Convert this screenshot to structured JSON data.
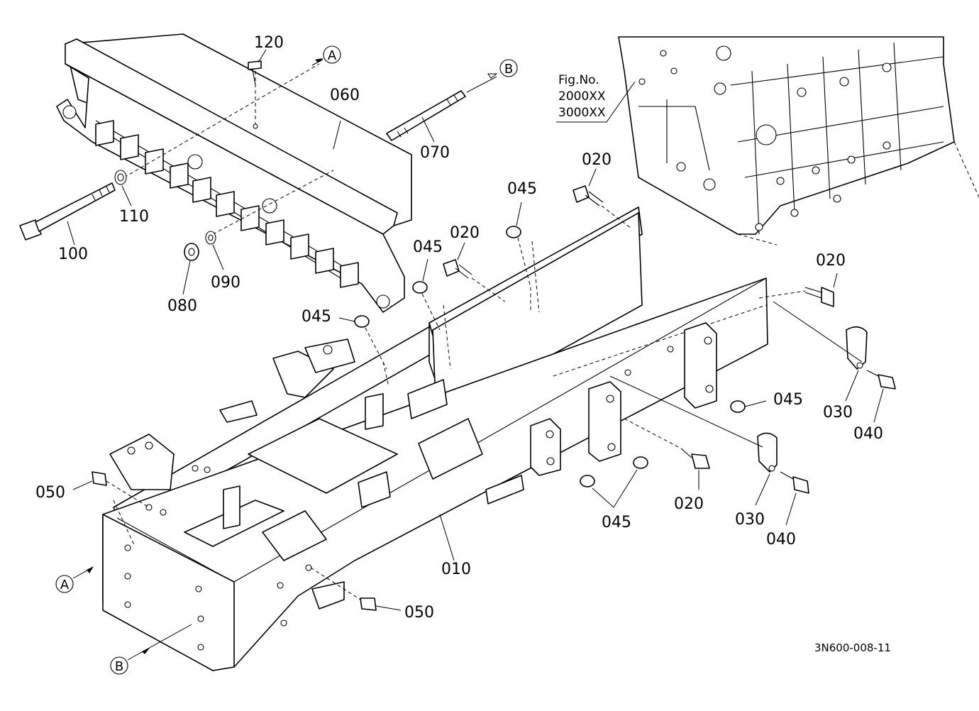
{
  "parts": {
    "p120": "120",
    "p060": "060",
    "p070": "070",
    "p110": "110",
    "p100": "100",
    "p080": "080",
    "p090": "090",
    "p020a": "020",
    "p045a": "045",
    "p020b": "020",
    "p045b": "045",
    "p045c": "045",
    "p020c": "020",
    "p045d": "045",
    "p030a": "030",
    "p040a": "040",
    "p050a": "050",
    "p045e": "045",
    "p020d": "020",
    "p030b": "030",
    "p040b": "040",
    "p010": "010",
    "p050b": "050"
  },
  "markers": {
    "a_top": "A",
    "b_top": "B",
    "a_bottom": "A",
    "b_bottom": "B"
  },
  "figure_ref": {
    "label": "Fig.No.",
    "numbers": [
      "2000XX",
      "3000XX"
    ]
  },
  "drawing_code": "3N600-008-11"
}
